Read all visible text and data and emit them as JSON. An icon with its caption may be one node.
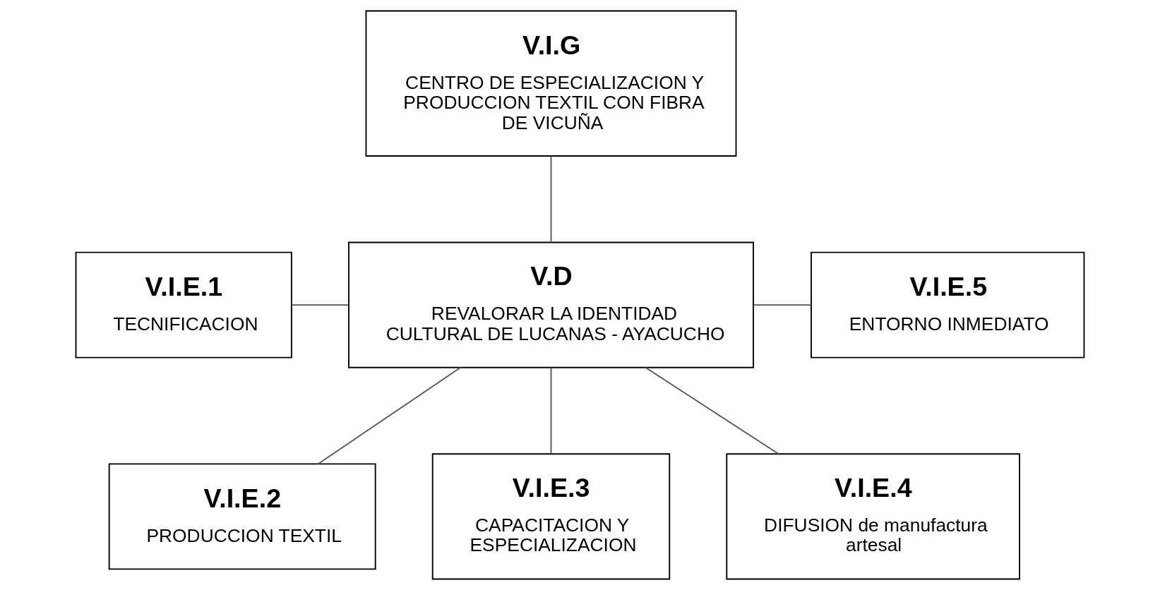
{
  "diagram": {
    "nodes": [
      {
        "text": [
          "V.I.G",
          "CENTRO DE ESPECIALIZACION Y PRODUCCION TEXTIL CON FIBRA DE VICUÑA"
        ]
      },
      {
        "text": [
          "V.D",
          "REVALORAR LA IDENTIDAD CULTURAL DE LUCANAS - AYACUCHO"
        ]
      },
      {
        "text": [
          "V.I.E.1",
          "TECNIFICACION"
        ]
      },
      {
        "text": [
          "V.I.E.5",
          "ENTORNO INMEDIATO"
        ]
      },
      {
        "text": [
          "V.I.E.2",
          "PRODUCCION TEXTIL"
        ]
      },
      {
        "text": [
          "V.I.E.3",
          "CAPACITACION Y ESPECIALIZACION"
        ]
      },
      {
        "text": [
          "V.I.E.4",
          "DIFUSION de manufactura artesal"
        ]
      }
    ],
    "edges": [
      {
        "from": 0,
        "to": 1,
        "arrow": "none"
      },
      {
        "from": 2,
        "to": 1,
        "arrow": "none"
      },
      {
        "from": 1,
        "to": 3,
        "arrow": "none"
      },
      {
        "from": 1,
        "to": 4,
        "arrow": "none"
      },
      {
        "from": 1,
        "to": 5,
        "arrow": "none"
      },
      {
        "from": 1,
        "to": 6,
        "arrow": "none"
      }
    ]
  }
}
